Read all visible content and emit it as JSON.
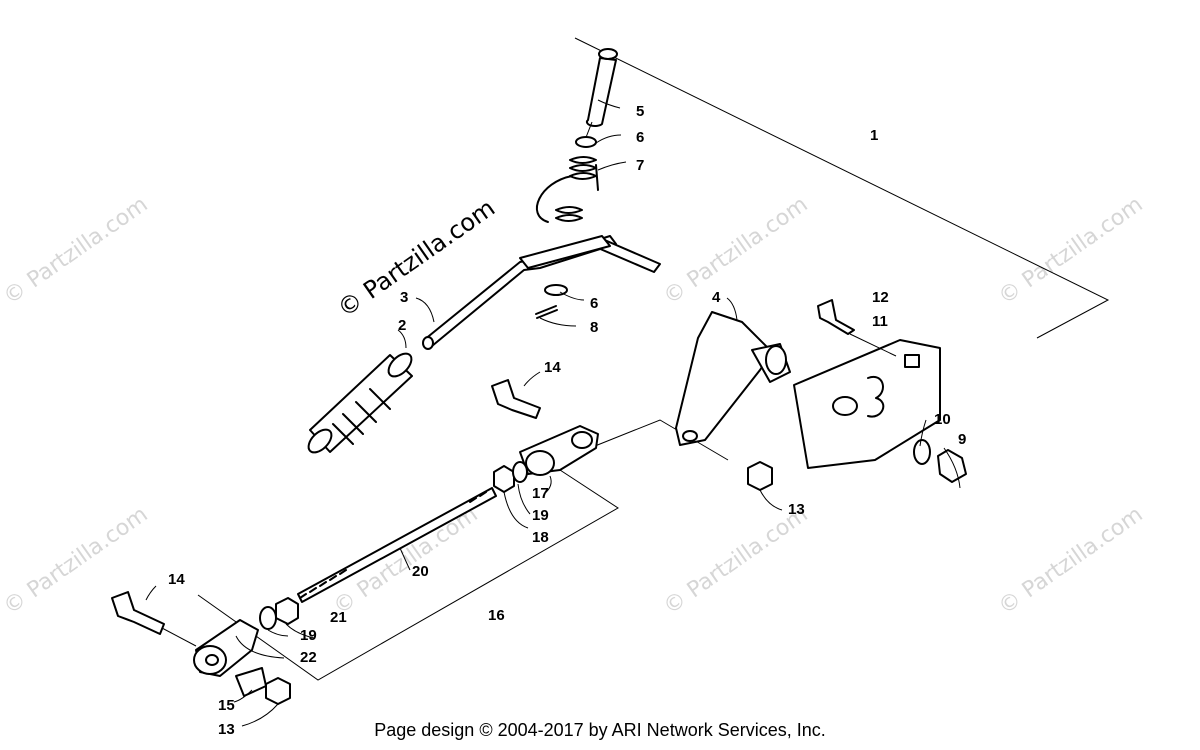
{
  "watermark": {
    "main": "© Partzilla.com",
    "repeat": "© Partzilla.com"
  },
  "callouts": [
    "1",
    "2",
    "3",
    "4",
    "5",
    "6",
    "6",
    "7",
    "8",
    "9",
    "10",
    "11",
    "12",
    "13",
    "13",
    "14",
    "14",
    "15",
    "16",
    "17",
    "18",
    "19",
    "19",
    "20",
    "21",
    "22"
  ],
  "footer": "Page design © 2004-2017 by ARI Network Services, Inc."
}
